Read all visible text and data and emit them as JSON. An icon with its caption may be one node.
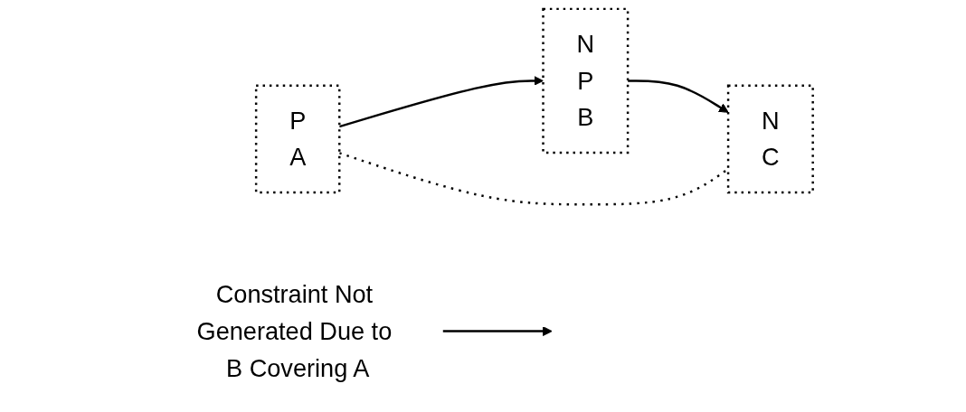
{
  "diagram": {
    "nodes": [
      {
        "text": [
          "P",
          "A"
        ]
      },
      {
        "text": [
          "N",
          "P",
          "B"
        ]
      },
      {
        "text": [
          "N",
          "C"
        ]
      },
      {
        "text": [
          "Constraint Not Generated Due to B Covering A"
        ]
      }
    ],
    "edges": [
      {
        "from": 0,
        "to": 1,
        "arrow": "to"
      },
      {
        "from": 1,
        "to": 2,
        "arrow": "to"
      },
      {
        "from": 0,
        "to": 2,
        "arrow": "none",
        "style": "dashed"
      },
      {
        "from": 3,
        "to": null,
        "arrow": "to"
      }
    ]
  }
}
